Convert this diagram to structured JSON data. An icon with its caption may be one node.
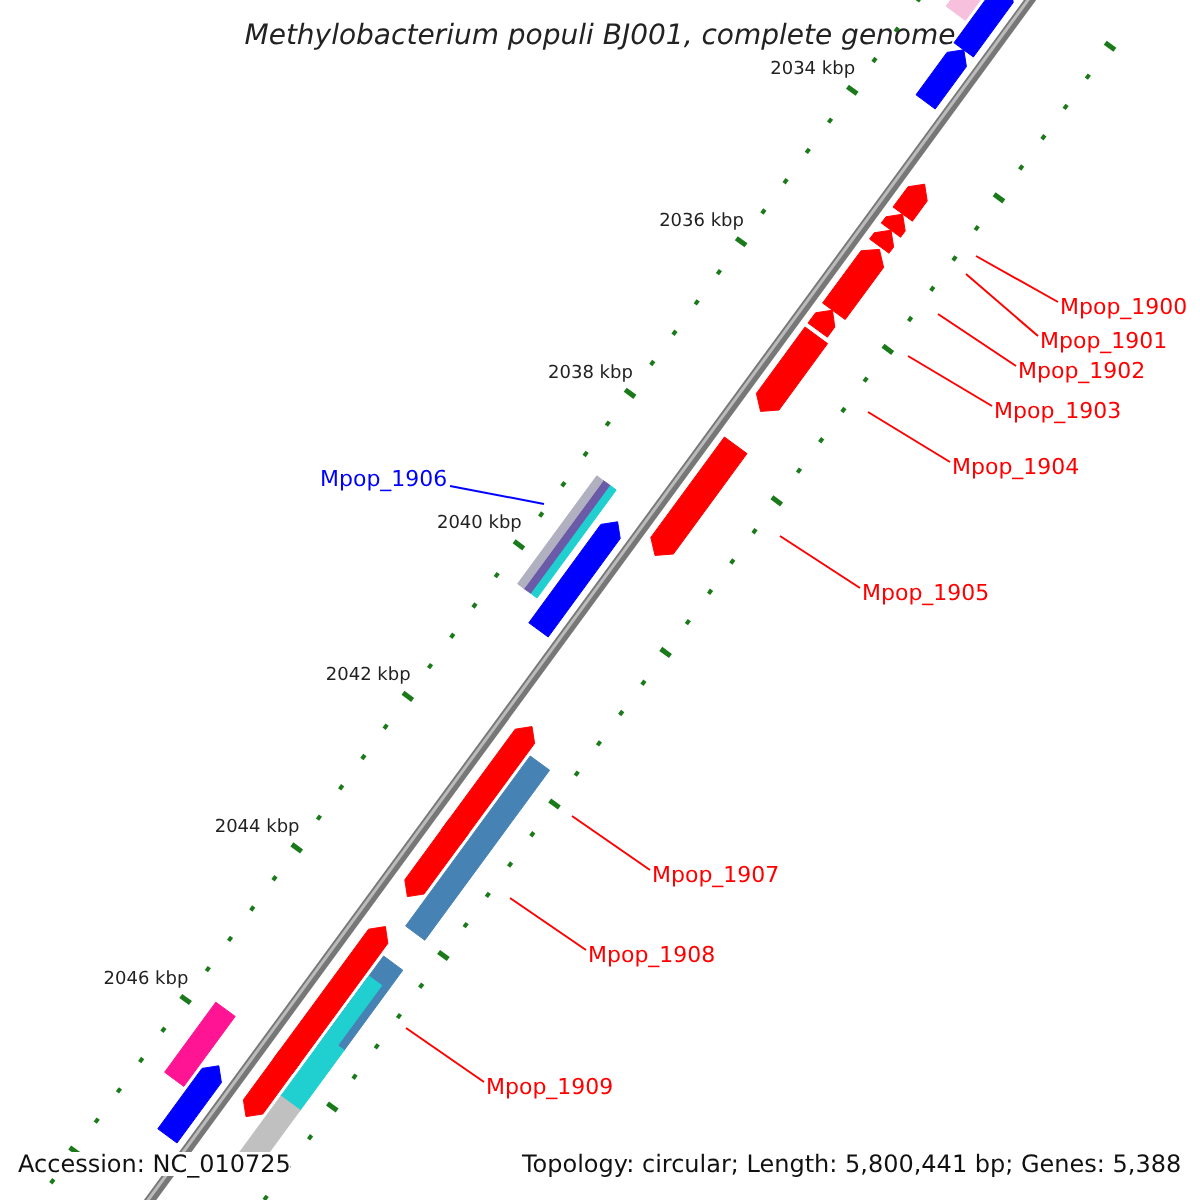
{
  "diagram": {
    "title": "Methylobacterium populi BJ001, complete genome",
    "nodes": [
      {
        "text": [
          "Mpop_1900"
        ]
      },
      {
        "text": [
          "Mpop_1901"
        ]
      },
      {
        "text": [
          "Mpop_1902"
        ]
      },
      {
        "text": [
          "Mpop_1903"
        ]
      },
      {
        "text": [
          "Mpop_1904"
        ]
      },
      {
        "text": [
          "Mpop_1905"
        ]
      },
      {
        "text": [
          "Mpop_1906"
        ]
      },
      {
        "text": [
          "Mpop_1907"
        ]
      },
      {
        "text": [
          "Mpop_1908"
        ]
      },
      {
        "text": [
          "Mpop_1909"
        ]
      }
    ],
    "edges": [
      {
        "from": 0,
        "to": null,
        "arrow": "none"
      },
      {
        "from": 1,
        "to": null,
        "arrow": "none"
      },
      {
        "from": 2,
        "to": null,
        "arrow": "none"
      },
      {
        "from": 3,
        "to": null,
        "arrow": "none"
      },
      {
        "from": 4,
        "to": null,
        "arrow": "none"
      },
      {
        "from": 5,
        "to": null,
        "arrow": "none"
      },
      {
        "from": 6,
        "to": null,
        "arrow": "none",
        "color": "#0000ff"
      },
      {
        "from": 7,
        "to": null,
        "arrow": "none"
      },
      {
        "from": 8,
        "to": null,
        "arrow": "none"
      },
      {
        "from": 9,
        "to": null,
        "arrow": "none"
      }
    ],
    "labels": [
      "2034 kbp",
      "2036 kbp",
      "2038 kbp",
      "2040 kbp",
      "2042 kbp",
      "2044 kbp",
      "2046 kbp",
      "Accession: NC_010725",
      "Topology: circular; Length: 5,800,441 bp; Genes: 5,388"
    ]
  }
}
